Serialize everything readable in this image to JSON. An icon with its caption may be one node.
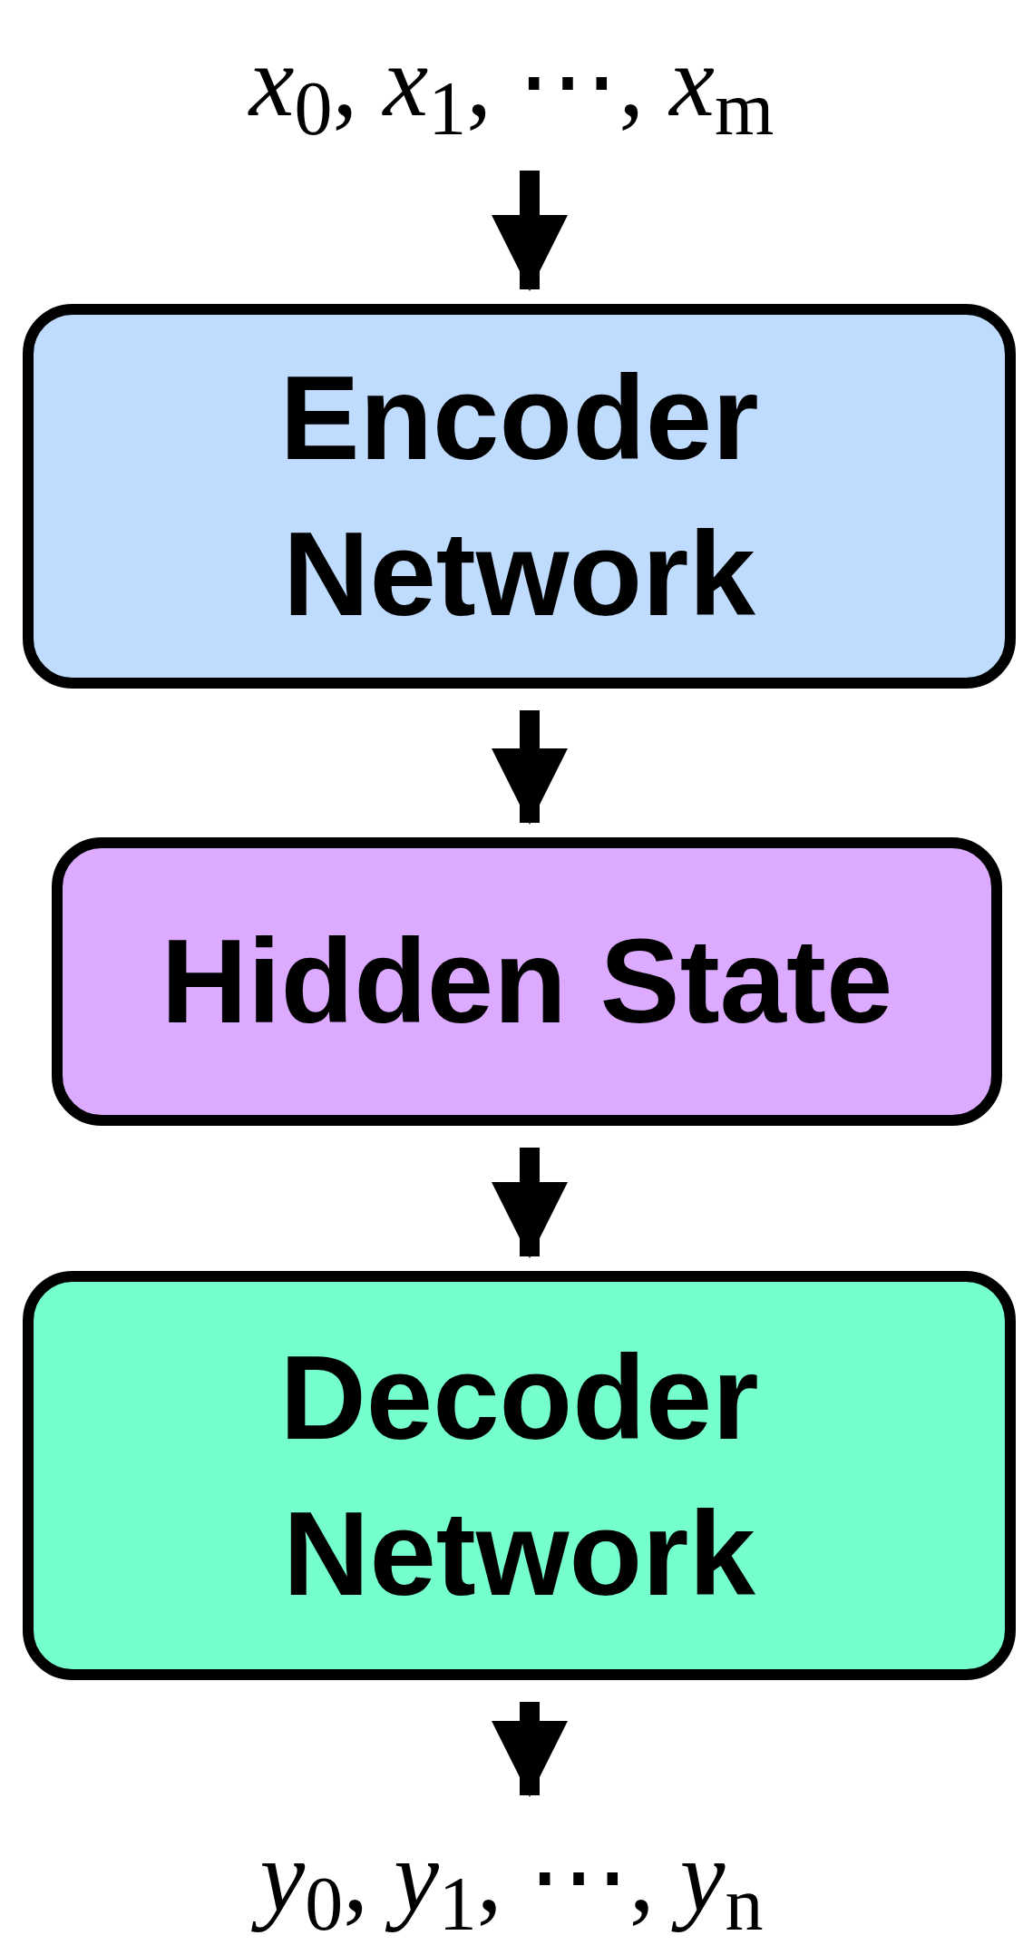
{
  "diagram": {
    "nodes": [
      {
        "text": [
          "*x*$_{0}$, *x*$_{1}$, ⋯, *x*$_{m}$"
        ]
      },
      {
        "text": [
          "Encoder Network"
        ]
      },
      {
        "text": [
          "Hidden State"
        ]
      },
      {
        "text": [
          "Decoder Network"
        ]
      },
      {
        "text": [
          "*y*$_{0}$, *y*$_{1}$, ⋯, *y*$_{n}$"
        ]
      }
    ],
    "edges": [
      {
        "from": 0,
        "to": 1,
        "arrow": "to"
      },
      {
        "from": 1,
        "to": 2,
        "arrow": "to"
      },
      {
        "from": 2,
        "to": 3,
        "arrow": "to"
      },
      {
        "from": 3,
        "to": 4,
        "arrow": "to"
      }
    ]
  }
}
